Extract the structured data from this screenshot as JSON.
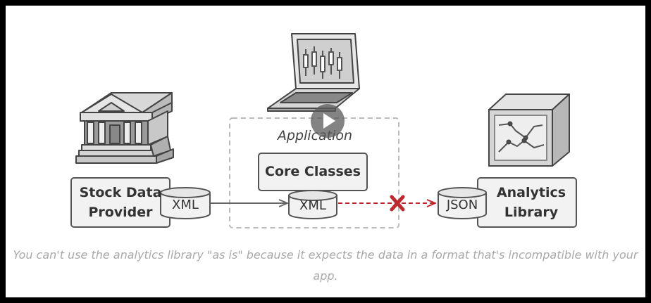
{
  "diagram": {
    "provider_label_line1": "Stock Data",
    "provider_label_line2": "Provider",
    "provider_format": "XML",
    "application_label": "Application",
    "core_label": "Core Classes",
    "core_format": "XML",
    "analytics_label_line1": "Analytics",
    "analytics_label_line2": "Library",
    "analytics_format": "JSON"
  },
  "caption": "You can't use the analytics library \"as is\" because it expects the data in a format that's incompatible with your app.",
  "icons": {
    "provider": "bank-building-icon",
    "application": "laptop-chart-icon",
    "analytics": "box-chart-icon",
    "incompatible": "red-x-icon",
    "play": "play-button-icon"
  },
  "colors": {
    "frame": "#ffffff",
    "box_fill": "#f2f2f2",
    "box_stroke": "#555555",
    "incompatible_arrow": "#c0272d",
    "caption": "#a8a8a8"
  }
}
